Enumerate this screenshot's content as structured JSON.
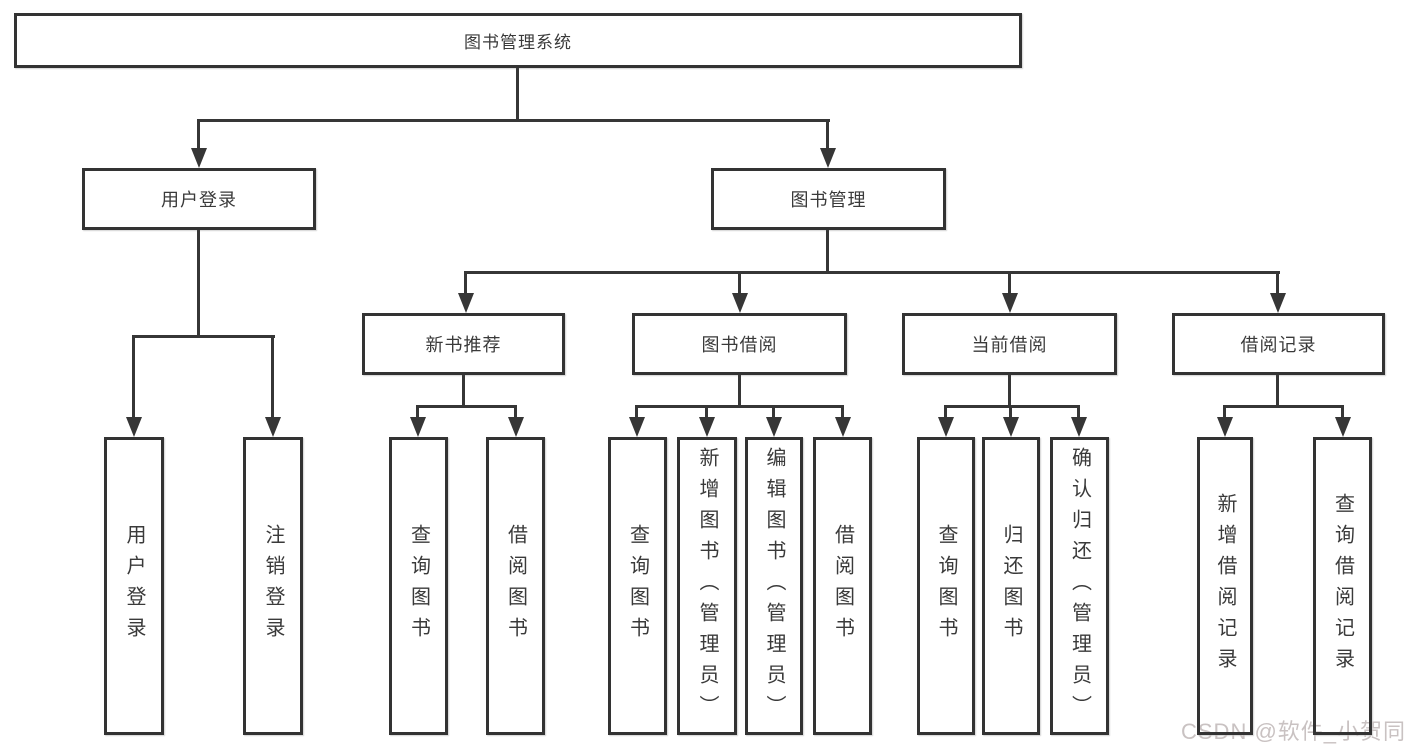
{
  "diagram": {
    "root": {
      "label": "图书管理系统"
    },
    "branches": [
      {
        "label": "用户登录",
        "children": [
          {
            "label": "用户登录"
          },
          {
            "label": "注销登录"
          }
        ]
      },
      {
        "label": "图书管理",
        "children": [
          {
            "label": "新书推荐",
            "children": [
              {
                "label": "查询图书"
              },
              {
                "label": "借阅图书"
              }
            ]
          },
          {
            "label": "图书借阅",
            "children": [
              {
                "label": "查询图书"
              },
              {
                "label": "新增图书（管理员）"
              },
              {
                "label": "编辑图书（管理员）"
              },
              {
                "label": "借阅图书"
              }
            ]
          },
          {
            "label": "当前借阅",
            "children": [
              {
                "label": "查询图书"
              },
              {
                "label": "归还图书"
              },
              {
                "label": "确认归还（管理员）"
              }
            ]
          },
          {
            "label": "借阅记录",
            "children": [
              {
                "label": "新增借阅记录"
              },
              {
                "label": "查询借阅记录"
              }
            ]
          }
        ]
      }
    ]
  },
  "watermark": {
    "text": "CSDN @软件_小贺同学"
  },
  "colors": {
    "line": "#363636",
    "text": "#3a3a3a",
    "watermark": "#c9c2c2",
    "background": "#ffffff"
  }
}
